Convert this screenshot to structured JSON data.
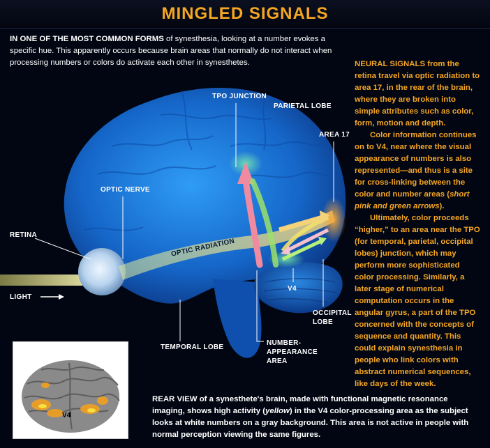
{
  "title": "MINGLED SIGNALS",
  "intro": {
    "lead": "IN ONE OF THE MOST COMMON FORMS",
    "text": " of synesthesia, looking at a number evokes a specific hue. This apparently occurs because brain areas that normally do not interact when processing numbers or colors do activate each other in synesthetes."
  },
  "labels": {
    "tpo_junction": "TPO JUNCTION",
    "parietal_lobe": "PARIETAL LOBE",
    "area_17": "AREA 17",
    "optic_nerve": "OPTIC NERVE",
    "retina": "RETINA",
    "optic_radiation": "OPTIC RADIATION",
    "light": "LIGHT",
    "v4": "V4",
    "occipital_lobe": "OCCIPITAL LOBE",
    "temporal_lobe": "TEMPORAL LOBE",
    "number_appearance_area": "NUMBER-APPEARANCE AREA"
  },
  "sidebar": {
    "p1_lead": "NEURAL SIGNALS",
    "p1": " from the retina travel via optic radiation to area 17, in the rear of the brain, where they are broken into simple attributes such as color, form, motion and depth.",
    "p2_a": "Color information continues on to V4, near where the visual appearance of numbers is also represented—and thus is a site for cross-linking between the color and number areas (",
    "p2_italic": "short pink and green arrows",
    "p2_b": ").",
    "p3": "Ultimately, color proceeds “higher,” to an area near the TPO (for temporal, parietal, occipital lobes) junction, which may perform more sophisticated color processing. Similarly, a later stage of numerical computation occurs in the angular gyrus, a part of the TPO concerned with the concepts of sequence and quantity. This could explain synesthesia in people who link colors with abstract numerical sequences, like days of the week."
  },
  "caption": {
    "lead": "REAR VIEW",
    "a": " of a synesthete's brain, made with functional magnetic resonance imaging, shows high activity (",
    "italic": "yellow",
    "b": ") in the V4 color-processing area as the subject looks at white numbers on a gray background. This area is not active in people with normal perception viewing the same figures."
  },
  "inset": {
    "label": "V4"
  },
  "colors": {
    "title": "#f5a623",
    "sidebar_text": "#f5a623",
    "background": "#020612",
    "brain": "#1e7fe0",
    "pink_arrow": "#f08aa0",
    "green_arrow": "#9be06a"
  }
}
